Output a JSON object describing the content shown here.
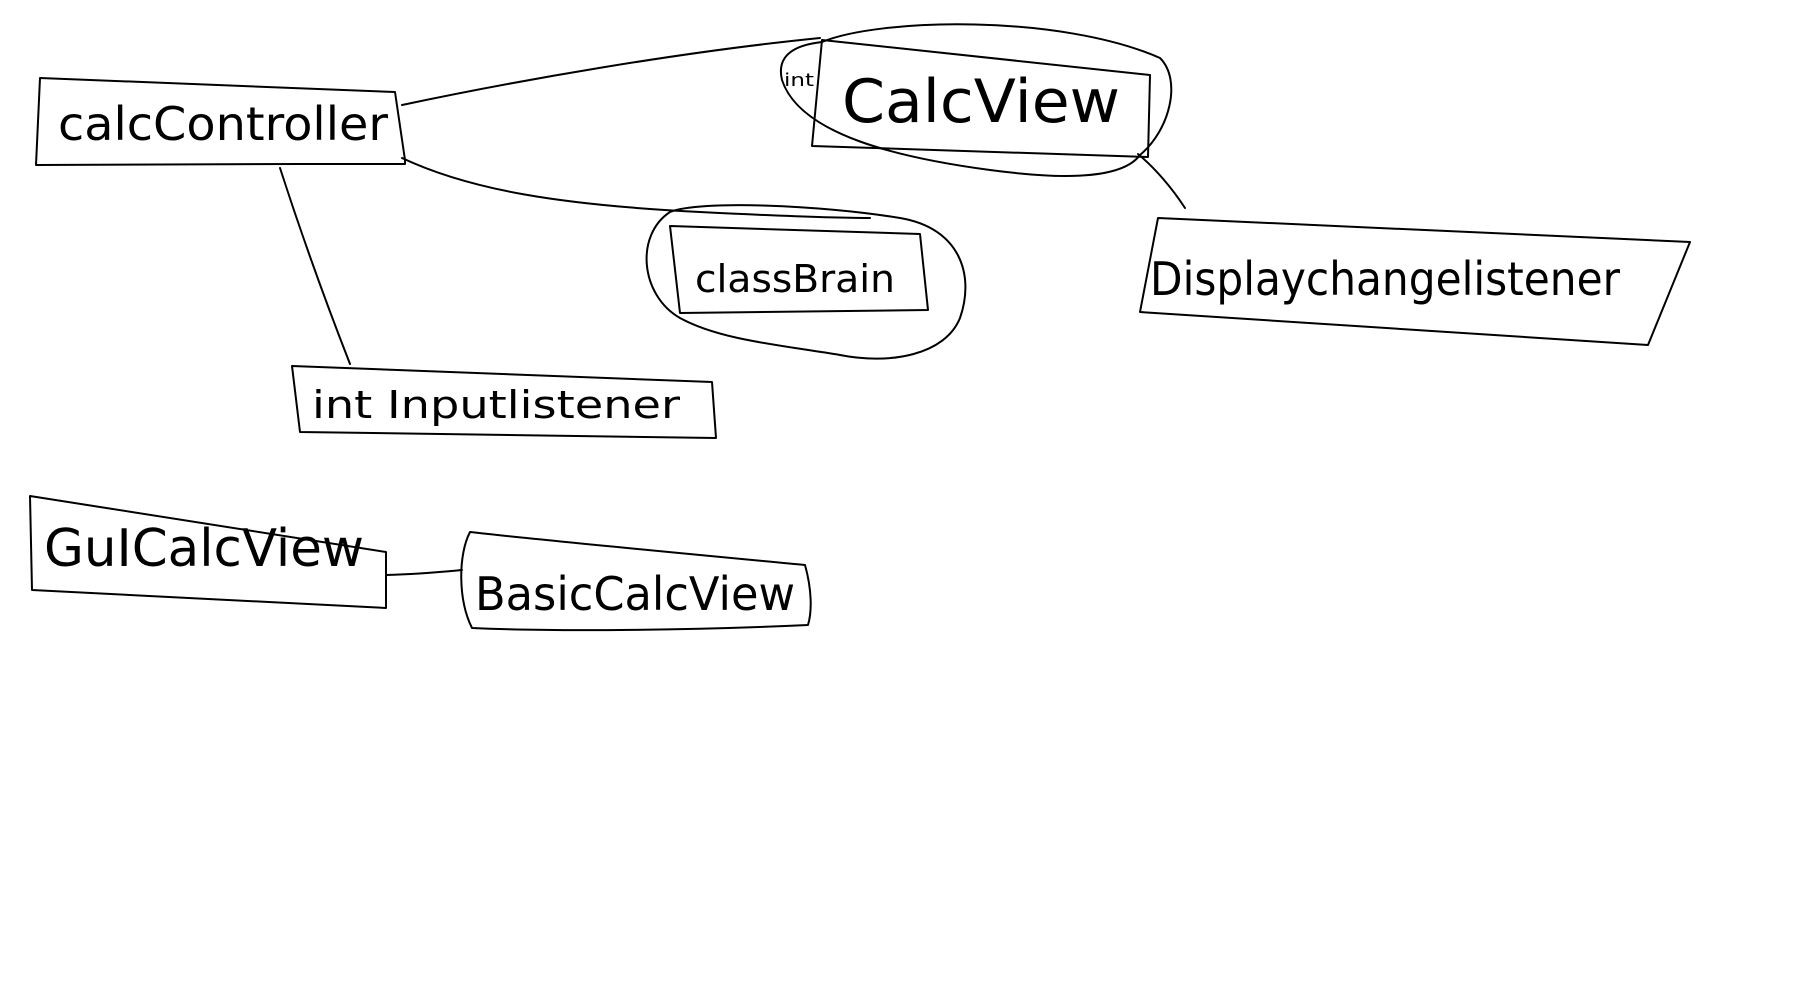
{
  "diagram": {
    "nodes": {
      "calc_controller": {
        "label": "calcController"
      },
      "calc_view": {
        "label": "CalcView",
        "prefix": "int"
      },
      "class_brain": {
        "label": "classBrain"
      },
      "display_change_listener": {
        "label": "Displaychangelistener"
      },
      "input_listener": {
        "label": "int Inputlistener"
      },
      "gui_calc_view": {
        "label": "GuICalcView"
      },
      "basic_calc_view": {
        "label": "BasicCalcView"
      }
    },
    "edges": [
      {
        "from": "calcController",
        "to": "CalcView"
      },
      {
        "from": "calcController",
        "to": "classBrain"
      },
      {
        "from": "calcController",
        "to": "int Inputlistener"
      },
      {
        "from": "CalcView",
        "to": "Displaychangelistener"
      },
      {
        "from": "GuICalcView",
        "to": "BasicCalcView"
      }
    ],
    "ink_color": "#000000",
    "background_color": "#ffffff"
  }
}
